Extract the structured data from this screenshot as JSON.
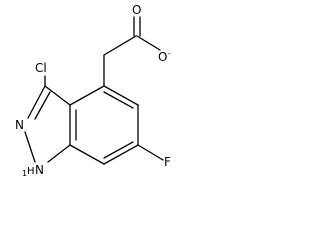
{
  "molecule": {
    "atoms": {
      "chlorine": "Cl",
      "carbonyl_oxygen": "O",
      "anion_oxygen": "O",
      "anion_charge": "-",
      "pyrazole_nitrogen": "N",
      "nh_nitrogen": "N",
      "nh_hydrogen": "H",
      "nh_h_count": "1",
      "fluorine": "F"
    }
  }
}
